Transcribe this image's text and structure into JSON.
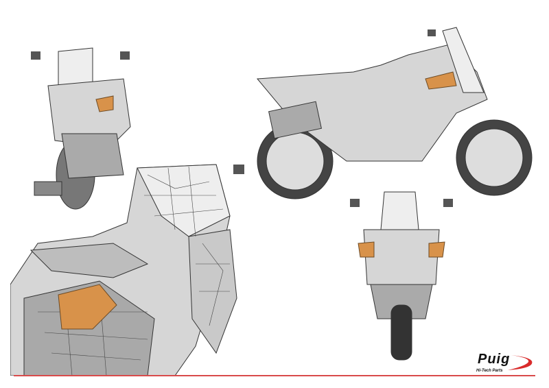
{
  "brand": {
    "name": "Puig",
    "tagline": "Hi-Tech Parts",
    "accent_color": "#d92b2b"
  },
  "colors": {
    "part_highlight": "#d8924a",
    "wireframe_fill": "#d9d9d9",
    "wireframe_line": "#333333"
  },
  "views": [
    "front-three-quarter",
    "side",
    "front",
    "closeup-detail"
  ]
}
